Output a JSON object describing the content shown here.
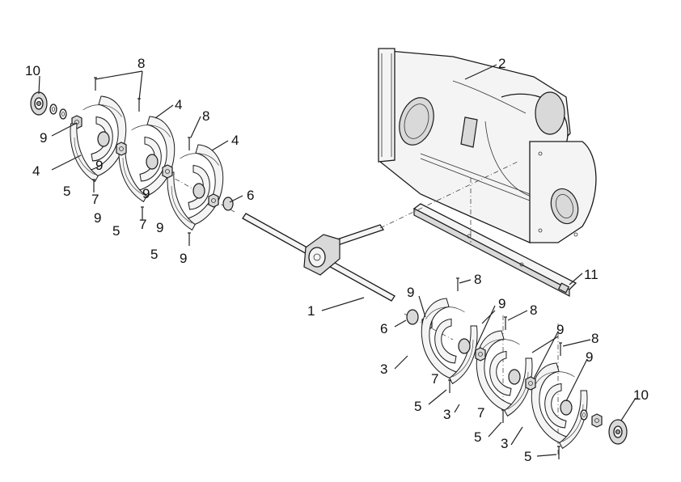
{
  "callouts": {
    "c1": "1",
    "c2": "2",
    "c3a": "3",
    "c3b": "3",
    "c3c": "3",
    "c4a": "4",
    "c4b": "4",
    "c4c": "4",
    "c5a": "5",
    "c5b": "5",
    "c5c": "5",
    "c5d": "5",
    "c5e": "5",
    "c5f": "5",
    "c6a": "6",
    "c6b": "6",
    "c7a": "7",
    "c7b": "7",
    "c7c": "7",
    "c7d": "7",
    "c8a": "8",
    "c8b": "8",
    "c8c": "8",
    "c8d": "8",
    "c8e": "8",
    "c9a": "9",
    "c9b": "9",
    "c9c": "9",
    "c9d": "9",
    "c9e": "9",
    "c9f": "9",
    "c9g": "9",
    "c9h": "9",
    "c9i": "9",
    "c10a": "10",
    "c10b": "10",
    "c11": "11"
  }
}
